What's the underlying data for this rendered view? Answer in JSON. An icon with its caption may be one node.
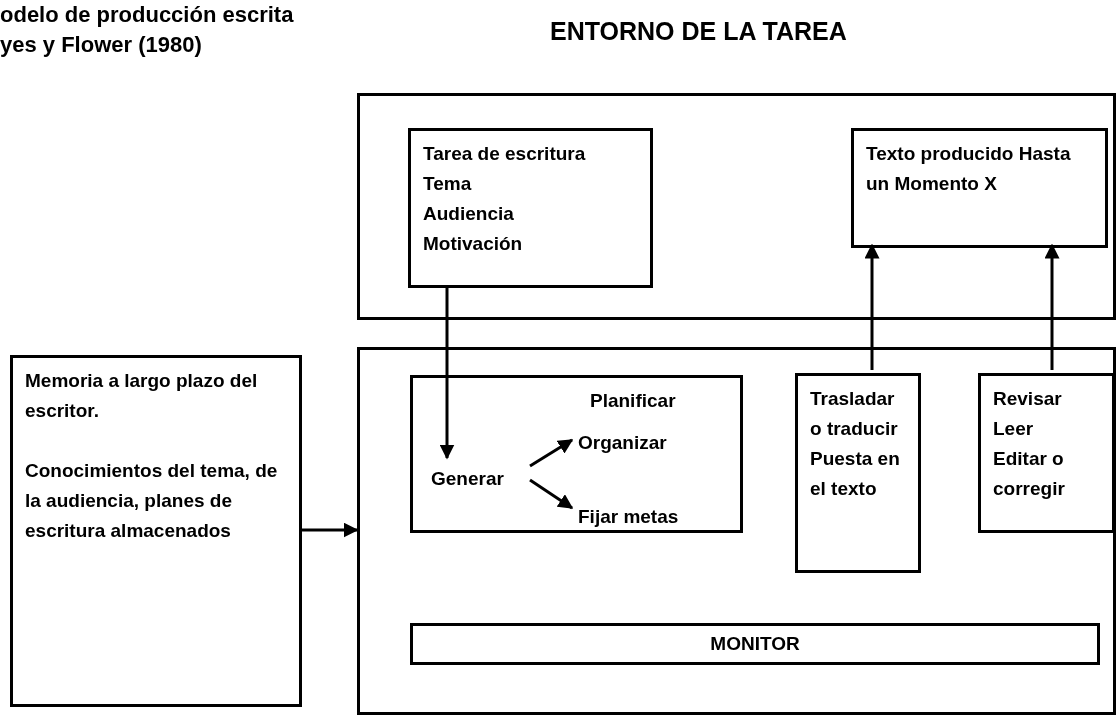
{
  "diagram": {
    "title": "odelo de producción escrita yes y Flower (1980)",
    "nodes": [
      {
        "text": [
          "ENTORNO DE LA TAREA"
        ]
      },
      {
        "text": [
          "Tarea de escritura",
          "Tema",
          "Audiencia",
          "Motivación"
        ],
        "in": 0
      },
      {
        "text": [
          "Texto producido Hasta un Momento X"
        ],
        "in": 0
      },
      {
        "text": [
          "Memoria a largo plazo del escritor.",
          "Conocimientos del tema, de la audiencia, planes de escritura almacenados"
        ]
      },
      {
        "text": [],
        "shape": "box"
      },
      {
        "text": [
          "Planificar"
        ],
        "in": 4
      },
      {
        "text": [
          "Generar"
        ],
        "in": 5
      },
      {
        "text": [
          "Organizar"
        ],
        "in": 5
      },
      {
        "text": [
          "Fijar metas"
        ],
        "in": 5
      },
      {
        "text": [
          "Trasladar o traducir",
          "Puesta en el texto"
        ],
        "in": 4
      },
      {
        "text": [
          "Revisar",
          "Leer",
          "Editar o corregir"
        ],
        "in": 4
      },
      {
        "text": [
          "MONITOR"
        ],
        "in": 4
      }
    ],
    "edges": [
      {
        "from": 1,
        "to": 6,
        "arrow": "to"
      },
      {
        "from": 6,
        "to": 7,
        "arrow": "to"
      },
      {
        "from": 6,
        "to": 8,
        "arrow": "to"
      },
      {
        "from": 9,
        "to": 2,
        "arrow": "to"
      },
      {
        "from": 10,
        "to": 2,
        "arrow": "to"
      },
      {
        "from": 3,
        "to": 4,
        "arrow": "to"
      }
    ]
  }
}
